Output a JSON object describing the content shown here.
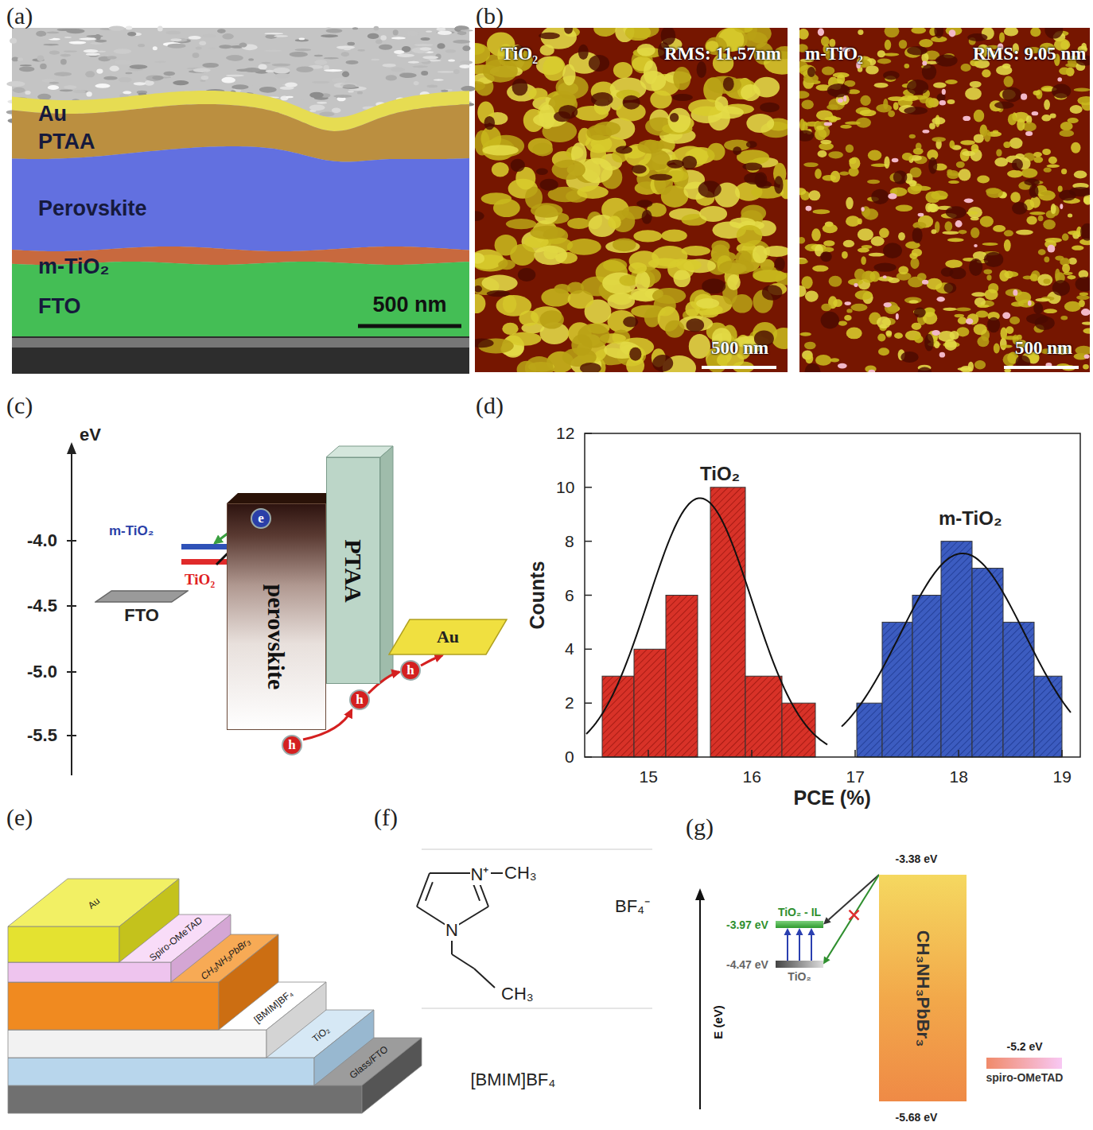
{
  "diagram": {
    "nodes": [
      {
        "text": [
          "FTO"
        ]
      },
      {
        "text": [
          "perovskite"
        ]
      },
      {
        "text": [
          "PTAA"
        ]
      },
      {
        "text": [
          "Au"
        ]
      },
      {
        "text": [
          "Au"
        ]
      },
      {
        "text": [
          "Spiro-OMeTAD"
        ]
      },
      {
        "text": [
          "CH₃NH₃PbBr₃"
        ]
      },
      {
        "text": [
          "[BMIM]BF₄"
        ]
      },
      {
        "text": [
          "TiO₂"
        ]
      },
      {
        "text": [
          "Glass/FTO"
        ]
      },
      {
        "text": [
          "TiO₂ - IL"
        ]
      },
      {
        "text": [
          "TiO₂"
        ]
      },
      {
        "text": [
          "CH₃NH₃PbBr₃"
        ]
      },
      {
        "text": [
          "spiro-OMeTAD"
        ]
      }
    ],
    "edges": [
      {
        "from": 12,
        "to": 10,
        "arrow": "to"
      },
      {
        "from": 12,
        "to": 11,
        "arrow": "to"
      },
      {
        "from": 11,
        "to": 10,
        "arrow": "to"
      },
      {
        "from": 11,
        "to": 10,
        "arrow": "to"
      },
      {
        "from": 11,
        "to": 10,
        "arrow": "to"
      }
    ],
    "labels": [
      "(a)",
      "Au",
      "PTAA",
      "Perovskite",
      "m-TiO₂",
      "FTO",
      "500 nm",
      "(b)",
      "TiO₂",
      "RMS: 11.57nm",
      "500 nm",
      "m-TiO₂",
      "RMS: 9.05 nm",
      "500 nm",
      "(c)",
      "eV",
      "-4.0",
      "-4.5",
      "-5.0",
      "-5.5",
      "m-TiO₂",
      "TiO₂",
      "e",
      "h",
      "h",
      "h",
      "(d)",
      "0",
      "2",
      "4",
      "6",
      "8",
      "10",
      "12",
      "15",
      "16",
      "17",
      "18",
      "19",
      "Counts",
      "PCE (%)",
      "TiO₂",
      "m-TiO₂",
      "(e)",
      "(f)",
      "N⁺",
      "CH₃",
      "N",
      "CH₃",
      "BF₄⁻",
      "[BMIM]BF₄",
      "(g)",
      "-3.38 eV",
      "-3.97 eV",
      "-4.47 eV",
      "E (eV)",
      "-5.2 eV",
      "-5.68 eV"
    ]
  }
}
